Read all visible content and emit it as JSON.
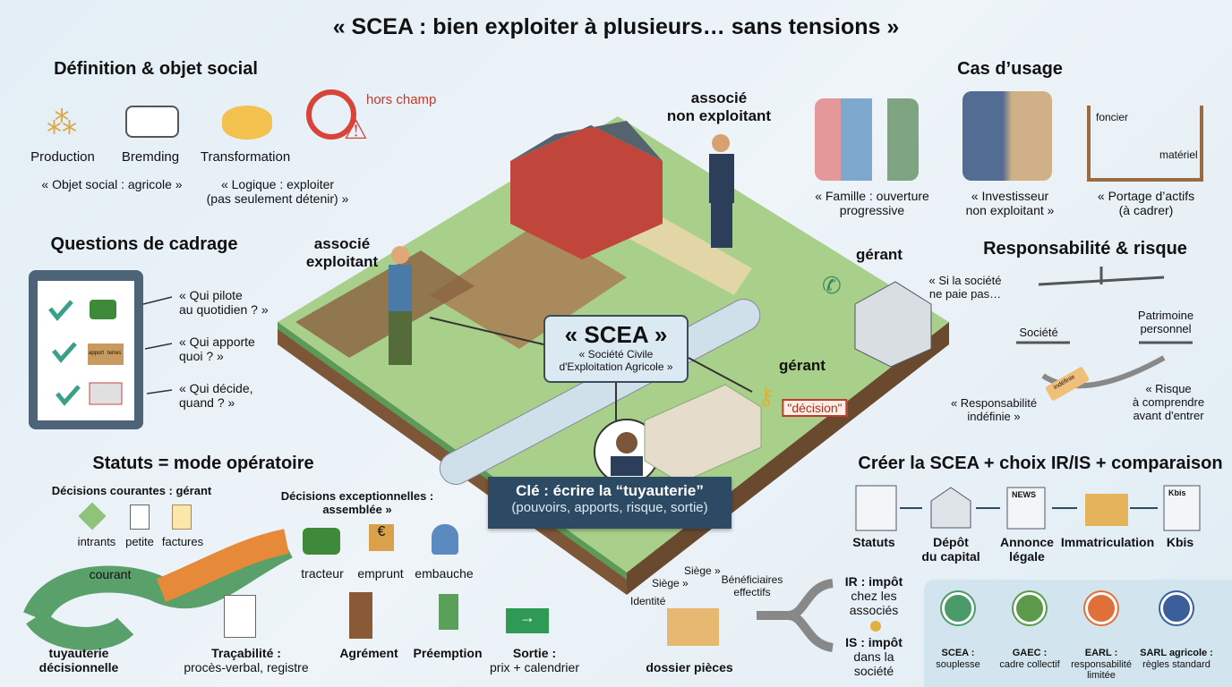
{
  "title": "« SCEA : bien exploiter à plusieurs… sans tensions »",
  "definition": {
    "heading": "Définition & objet social",
    "items": [
      "Production",
      "Bremding",
      "Transformation"
    ],
    "excluded": "hors champ",
    "quote1": "« Objet social : agricole »",
    "quote2_l1": "« Logique : exploiter",
    "quote2_l2": "(pas seulement détenir) »"
  },
  "questions": {
    "heading": "Questions de cadrage",
    "q1_l1": "« Qui pilote",
    "q1_l2": "au quotidien ? »",
    "q2_l1": "« Qui apporte",
    "q2_l2": "quoi ? »",
    "q3_l1": "« Qui décide,",
    "q3_l2": "quand ? »",
    "box_labels": [
      "apport",
      "terres"
    ]
  },
  "statuts": {
    "heading": "Statuts = mode opératoire",
    "current_title": "Décisions courantes : gérant",
    "current_items": [
      "intrants",
      "petite",
      "factures"
    ],
    "pipe_label": "courant",
    "exceptional_l1": "Décisions exceptionnelles :",
    "exceptional_l2": "assemblée »",
    "exceptional_items": [
      "tracteur",
      "emprunt",
      "embauche"
    ],
    "pipe_caption_l1": "tuyauterie",
    "pipe_caption_l2": "décisionnelle",
    "trace_l1": "Traçabilité :",
    "trace_l2": "procès-verbal, registre",
    "agrement": "Agrément",
    "preemption": "Préemption",
    "exit_l1": "Sortie :",
    "exit_l2": "prix + calendrier"
  },
  "center": {
    "associe_exploitant_l1": "associé",
    "associe_exploitant_l2": "exploitant",
    "associe_non_l1": "associé",
    "associe_non_l2": "non exploitant",
    "gerant1": "gérant",
    "gerant2": "gérant",
    "decision": "\"décision\"",
    "scea_title": "« SCEA »",
    "scea_sub_l1": "« Société Civile",
    "scea_sub_l2": "d'Exploitation Agricole »",
    "key_l1": "Clé : écrire la “tuyauterie”",
    "key_l2": "(pouvoirs, apports, risque, sortie)"
  },
  "usage": {
    "heading": "Cas d’usage",
    "family_l1": "« Famille : ouverture",
    "family_l2": "progressive",
    "investor_l1": "« Investisseur",
    "investor_l2": "non exploitant »",
    "assets_l1": "« Portage d’actifs",
    "assets_l2": "(à cadrer)",
    "foncier": "foncier",
    "materiel": "matériel"
  },
  "risk": {
    "heading": "Responsabilité & risque",
    "if_l1": "« Si la société",
    "if_l2": "ne paie pas…",
    "societe": "Société",
    "patrimoine_l1": "Patrimoine",
    "patrimoine_l2": "personnel",
    "tag": "indéfinie",
    "resp_l1": "« Responsabilité",
    "resp_l2": "indéfinie »",
    "risk_l1": "« Risque",
    "risk_l2": "à comprendre",
    "risk_l3": "avant d'entrer"
  },
  "create": {
    "heading": "Créer la SCEA + choix IR/IS + comparaison",
    "steps": [
      {
        "l1": "Statuts",
        "l2": ""
      },
      {
        "l1": "Dépôt",
        "l2": "du capital"
      },
      {
        "l1": "Annonce",
        "l2": "légale"
      },
      {
        "l1": "Immatriculation",
        "l2": ""
      },
      {
        "l1": "Kbis",
        "l2": ""
      }
    ],
    "news": "NEWS",
    "kbis_icon": "Kbis",
    "dossier": "dossier pièces",
    "docs": [
      "Identité",
      "Siège »",
      "Siège »",
      "Bénéficiaires",
      "effectifs"
    ],
    "ir_l1": "IR : impôt",
    "ir_l2": "chez les",
    "ir_l3": "associés",
    "is_l1": "IS : impôt",
    "is_l2": "dans la",
    "is_l3": "société"
  },
  "comparison": [
    {
      "name": "SCEA :",
      "desc": "souplesse",
      "desc2": "",
      "color": "#4a9a6a"
    },
    {
      "name": "GAEC :",
      "desc": "cadre collectif",
      "desc2": "",
      "color": "#5a9a4a"
    },
    {
      "name": "EARL :",
      "desc": "responsabilité",
      "desc2": "limitée",
      "color": "#e0703a"
    },
    {
      "name": "SARL agricole :",
      "desc": "règles standard",
      "desc2": "",
      "color": "#3a5f9a"
    }
  ],
  "colors": {
    "banner": "#2c4a63",
    "grass": "#8fbf73",
    "soil": "#a8784e",
    "alert": "#c0392b"
  }
}
